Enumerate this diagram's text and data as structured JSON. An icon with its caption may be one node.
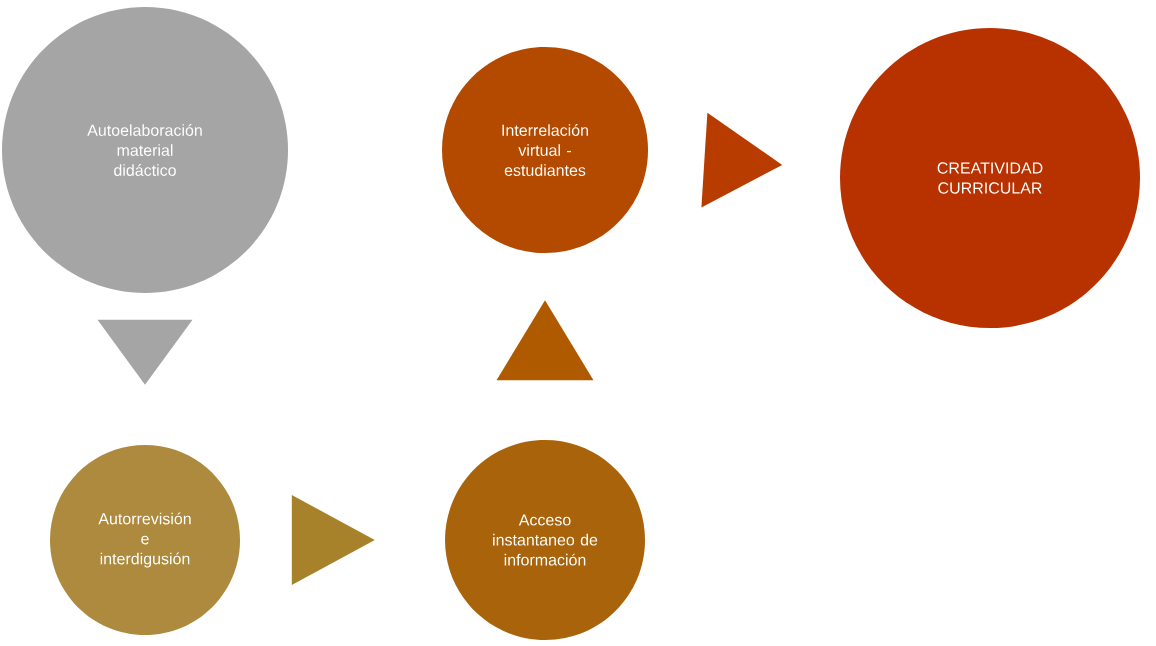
{
  "diagram": {
    "nodes": [
      {
        "text": [
          "Autoelaboración material didáctico"
        ]
      },
      {
        "text": [
          "Autorrevisión e interdigusión"
        ]
      },
      {
        "text": [
          "Acceso instantaneo de información"
        ]
      },
      {
        "text": [
          "Interrelación virtual - estudiantes"
        ]
      },
      {
        "text": [
          "CREATIVIDAD CURRICULAR"
        ]
      }
    ],
    "edges": [
      {
        "from": 0,
        "to": 1,
        "arrow": "to",
        "color": "#a5a5a5"
      },
      {
        "from": 1,
        "to": 2,
        "arrow": "to",
        "color": "#a8822a"
      },
      {
        "from": 2,
        "to": 3,
        "arrow": "to",
        "color": "#b05a00"
      },
      {
        "from": 3,
        "to": 4,
        "arrow": "to",
        "color": "#b83c00"
      }
    ]
  }
}
